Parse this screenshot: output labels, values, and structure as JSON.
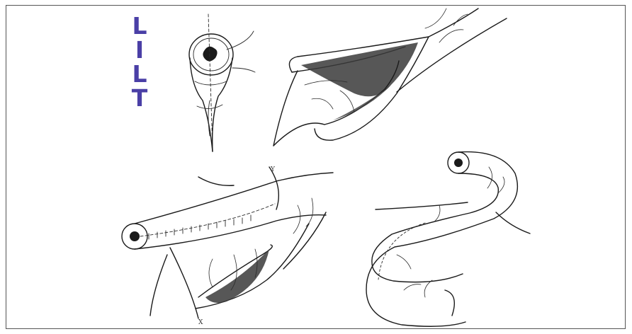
{
  "letters": {
    "l1": "L",
    "i": "I",
    "l2": "L",
    "t": "T",
    "color": "#4a3fa6"
  },
  "labels": {
    "y": "Y",
    "x": "X"
  }
}
